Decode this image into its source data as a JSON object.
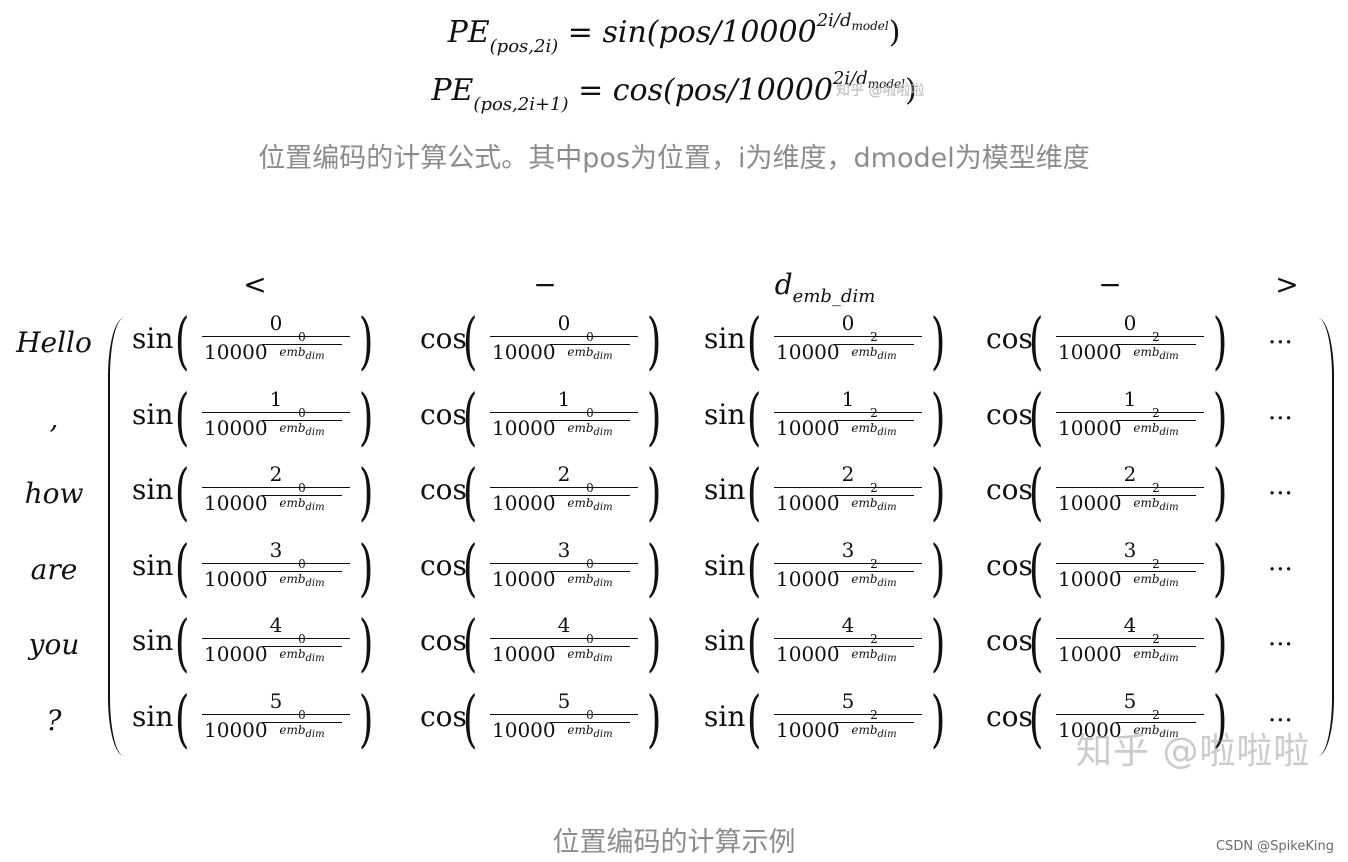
{
  "formula": {
    "line1": {
      "lhs": "PE",
      "lhs_sub": "(pos,2i)",
      "eq": "= sin(pos/10000",
      "exp": "2i/d",
      "exp_sub": "model",
      "close": ")"
    },
    "line2": {
      "lhs": "PE",
      "lhs_sub": "(pos,2i+1)",
      "eq": "= cos(pos/10000",
      "exp": "2i/d",
      "exp_sub": "model",
      "close": ")"
    }
  },
  "watermark_small": "知乎 @啦啦啦",
  "caption_top": "位置编码的计算公式。其中pos为位置，i为维度，dmodel为模型维度",
  "matrix": {
    "header": {
      "lt": "<",
      "dash1": "−",
      "dim": "d",
      "dim_sub": "emb_dim",
      "dash2": "−",
      "gt": ">"
    },
    "rows": [
      {
        "label": "Hello",
        "num": "0"
      },
      {
        "label": ",",
        "num": "1"
      },
      {
        "label": "how",
        "num": "2"
      },
      {
        "label": "are",
        "num": "3"
      },
      {
        "label": "you",
        "num": "4"
      },
      {
        "label": "?",
        "num": "5"
      }
    ],
    "columns": [
      {
        "fn": "sin",
        "exp_num": "0"
      },
      {
        "fn": "cos",
        "exp_num": "0"
      },
      {
        "fn": "sin",
        "exp_num": "2"
      },
      {
        "fn": "cos",
        "exp_num": "2"
      }
    ],
    "base": "10000",
    "exp_den": "emb",
    "exp_den_sub": "dim",
    "dots": "···"
  },
  "watermark_big": "知乎 @啦啦啦",
  "caption_bottom": "位置编码的计算示例",
  "credit": "CSDN @SpikeKing"
}
